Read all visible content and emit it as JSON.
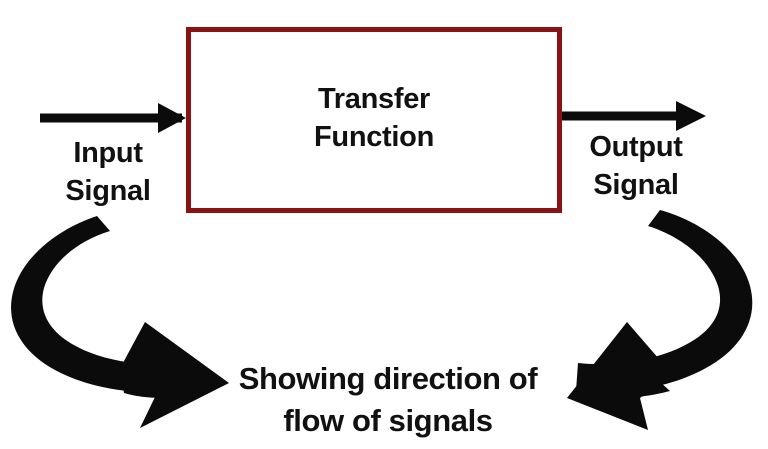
{
  "diagram": {
    "title_block": {
      "label": "Transfer\nFunction",
      "border_color": "#8b1212",
      "fill_color": "#ffffff"
    },
    "input": {
      "label": "Input\nSignal",
      "arrow_icon": "right-arrow-icon"
    },
    "output": {
      "label": "Output\nSignal",
      "arrow_icon": "right-arrow-icon"
    },
    "caption": "Showing direction of\nflow of signals",
    "flow_arrows": {
      "left_icon": "curved-brush-arrow-down-right-icon",
      "right_icon": "curved-brush-arrow-down-left-icon",
      "color": "#0b0b0b"
    },
    "background_color": "#ffffff",
    "text_color": "#111111"
  }
}
